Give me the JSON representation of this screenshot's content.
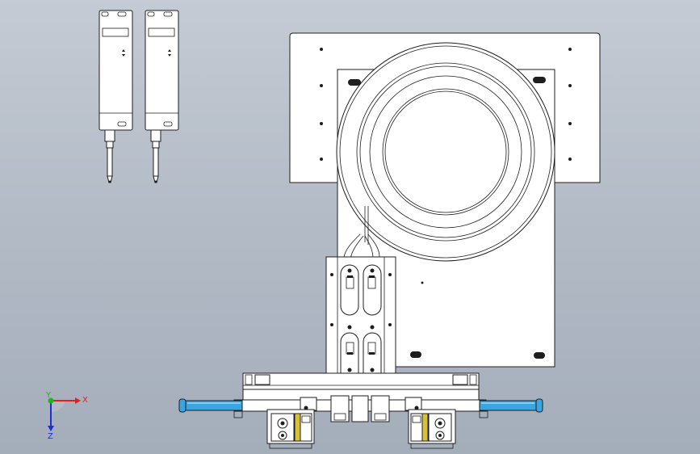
{
  "triad": {
    "x_label": "X",
    "y_label": "Y",
    "z_label": "Z",
    "x_color": "#e0201a",
    "y_color": "#1fb51f",
    "z_color": "#1a2fd6"
  },
  "colors": {
    "background_top": "#c5cbd4",
    "background_bottom": "#a4adba",
    "line": "#1e1e1e",
    "part_fill": "#ffffff",
    "cylinder_blue": "#3aa6e0",
    "brass_accent": "#d8c13a"
  }
}
